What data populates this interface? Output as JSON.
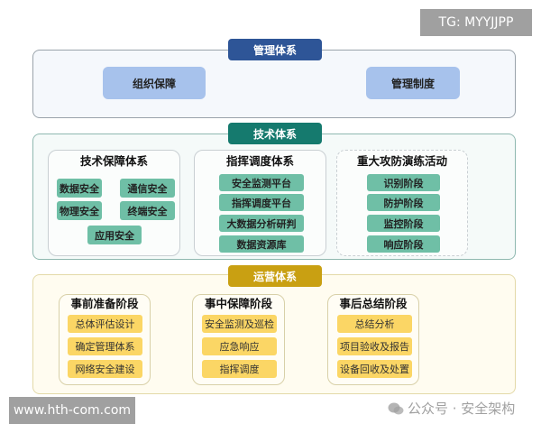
{
  "badge_top": "TG: MYYJJPP",
  "badge_bottom": "www.hth-com.com",
  "watermark": "公众号 · 安全架构",
  "management": {
    "title": "管理体系",
    "color": "#2e5597",
    "items": [
      "组织保障",
      "管理制度"
    ]
  },
  "technology": {
    "title": "技术体系",
    "color": "#157a6e",
    "panels": [
      {
        "title": "技术保障体系",
        "items": [
          "数据安全",
          "通信安全",
          "物理安全",
          "终端安全",
          "应用安全"
        ]
      },
      {
        "title": "指挥调度体系",
        "items": [
          "安全监测平台",
          "指挥调度平台",
          "大数据分析研判",
          "数据资源库"
        ]
      },
      {
        "title": "重大攻防演练活动",
        "items": [
          "识别阶段",
          "防护阶段",
          "监控阶段",
          "响应阶段"
        ]
      }
    ]
  },
  "operations": {
    "title": "运营体系",
    "color": "#c9a012",
    "panels": [
      {
        "title": "事前准备阶段",
        "items": [
          "总体评估设计",
          "确定管理体系",
          "网络安全建设"
        ]
      },
      {
        "title": "事中保障阶段",
        "items": [
          "安全监测及巡检",
          "应急响应",
          "指挥调度"
        ]
      },
      {
        "title": "事后总结阶段",
        "items": [
          "总结分析",
          "项目验收及报告",
          "设备回收及处置"
        ]
      }
    ]
  }
}
